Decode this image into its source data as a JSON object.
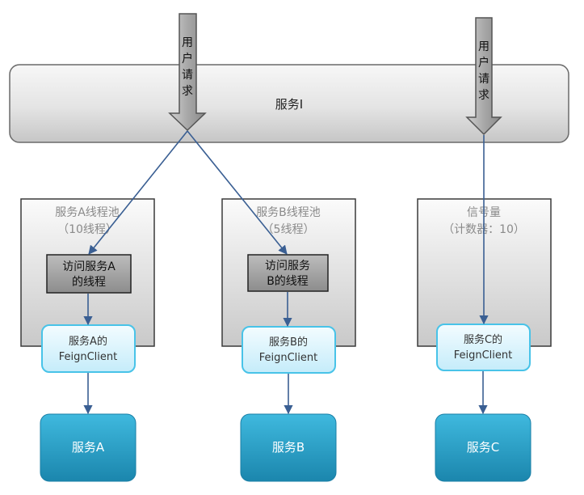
{
  "service_bar": {
    "label": "服务I"
  },
  "user_request_arrows": [
    {
      "chars": [
        "用",
        "户",
        "请",
        "求"
      ]
    },
    {
      "chars": [
        "用",
        "户",
        "请",
        "求"
      ]
    }
  ],
  "pool_a": {
    "title": "服务A线程池",
    "subtitle": "（10线程）",
    "thread_box": [
      "访问服务A",
      "的线程"
    ],
    "client": [
      "服务A的",
      "FeignClient"
    ],
    "service": "服务A"
  },
  "pool_b": {
    "title": "服务B线程池",
    "subtitle": "（5线程）",
    "thread_box": [
      "访问服务",
      "B的线程"
    ],
    "client": [
      "服务B的",
      "FeignClient"
    ],
    "service": "服务B"
  },
  "semaphore_c": {
    "title": "信号量",
    "subtitle": "（计数器：10）",
    "client": [
      "服务C的",
      "FeignClient"
    ],
    "service": "服务C"
  },
  "colors": {
    "arrow_line": "#3a5f93",
    "client_fill": "#e0f6fd",
    "client_stroke": "#48c3e8",
    "service_fill": "#2a9ec7",
    "thread_fill": "#9a9a9a"
  }
}
